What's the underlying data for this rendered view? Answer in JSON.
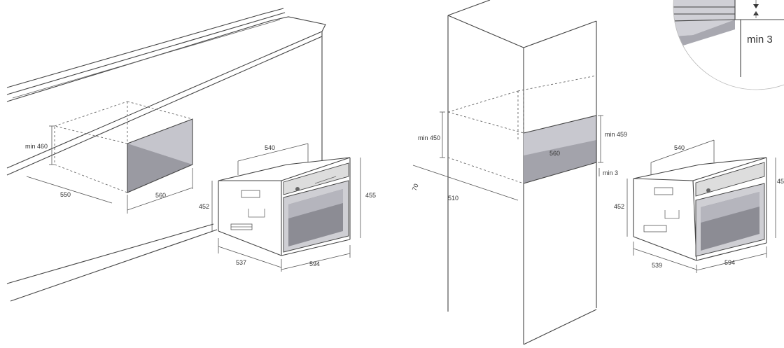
{
  "left_install": {
    "labels": {
      "min_height": "min 460",
      "depth": "550",
      "width": "560"
    }
  },
  "left_oven": {
    "labels": {
      "top_width": "540",
      "height_left": "452",
      "height_right": "455",
      "depth": "537",
      "width": "594"
    }
  },
  "column_install": {
    "labels": {
      "min_height_left": "min 450",
      "height_right": "min 459",
      "inner_width": "560",
      "gap": "min 3",
      "side": "70",
      "depth": "510"
    }
  },
  "right_oven": {
    "labels": {
      "top_width": "540",
      "height_left": "452",
      "height_right": "45",
      "depth": "539",
      "width": "594"
    }
  },
  "detail_zoom": {
    "label": "min 3"
  }
}
